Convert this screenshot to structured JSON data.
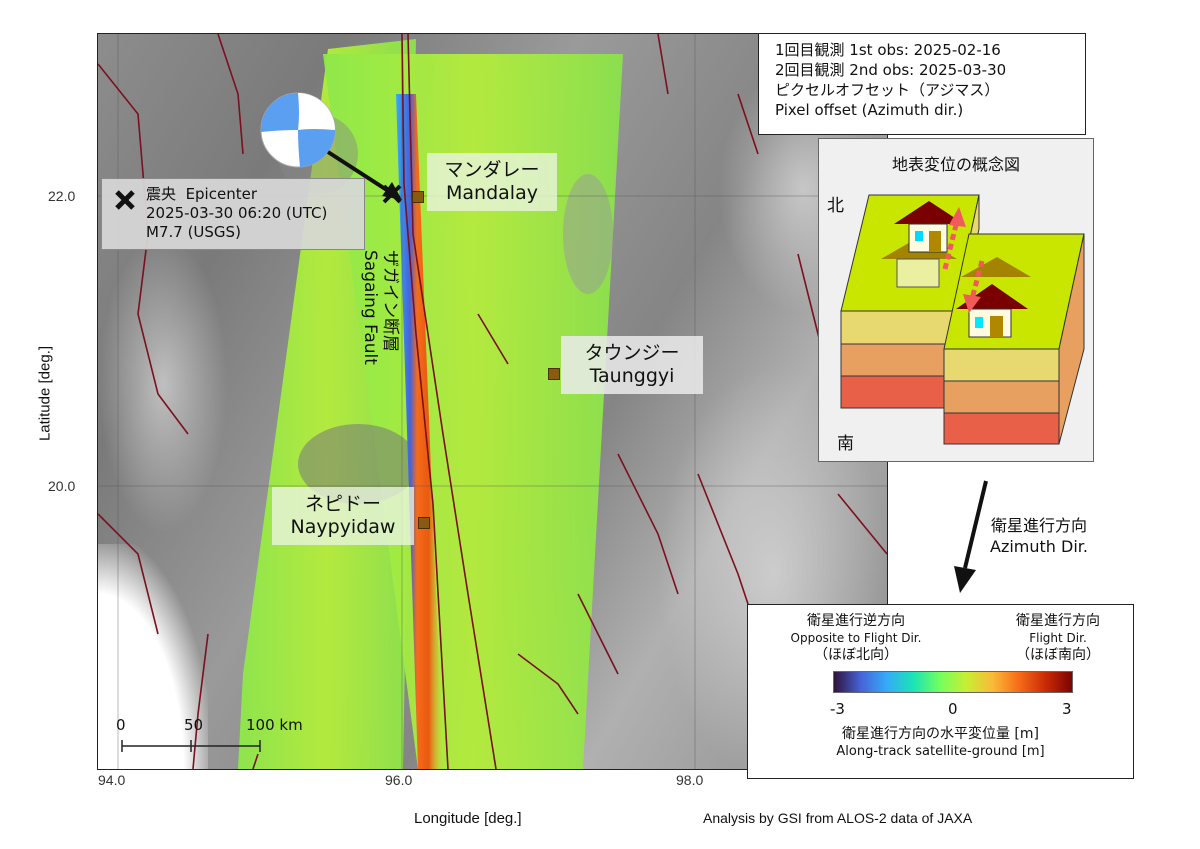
{
  "map": {
    "x_axis": {
      "title": "Longitude [deg.]",
      "ticks": [
        "94.0",
        "96.0",
        "98.0"
      ]
    },
    "y_axis": {
      "title": "Latitude [deg.]",
      "ticks": [
        "22.0",
        "20.0"
      ]
    },
    "credit": "Analysis by GSI from ALOS-2 data of JAXA",
    "colors": {
      "fault_lines": "#7a1020",
      "city_marker": "#8a5a10",
      "basemap_gray": "#8a8a8a"
    }
  },
  "obs_info": {
    "line1": "1回目観測 1st obs: 2025-02-16",
    "line2": "2回目観測 2nd obs: 2025-03-30",
    "line3": "ピクセルオフセット（アジマス）",
    "line4": "Pixel offset (Azimuth dir.)"
  },
  "epicenter": {
    "icon": "x-mark-icon",
    "title_jp": "震央",
    "title_en": "Epicenter",
    "datetime": "2025-03-30 06:20 (UTC)",
    "magnitude": "M7.7 (USGS)"
  },
  "cities": [
    {
      "jp": "マンダレー",
      "en": "Mandalay"
    },
    {
      "jp": "タウンジー",
      "en": "Taunggyi"
    },
    {
      "jp": "ネピドー",
      "en": "Naypyidaw"
    }
  ],
  "fault_label": {
    "jp": "ザガイン断層",
    "en": "Sagaing Fault"
  },
  "scale_bar": {
    "ticks": [
      "0",
      "50",
      "100 km"
    ]
  },
  "concept": {
    "title": "地表変位の概念図",
    "north": "北",
    "south": "南",
    "colors": {
      "top": "#c8e600",
      "layer1": "#e8d870",
      "layer2": "#e8a060",
      "layer3": "#e86048",
      "roof": "#7a0000",
      "arrow": "#f05a5a"
    }
  },
  "azimuth_arrow": {
    "jp": "衛星進行方向",
    "en": "Azimuth Dir."
  },
  "legend": {
    "left_jp": "衛星進行逆方向",
    "left_en": "Opposite to Flight Dir.",
    "left_note": "（ほぼ北向）",
    "right_jp": "衛星進行方向",
    "right_en": "Flight Dir.",
    "right_note": "（ほぼ南向）",
    "min": "-3",
    "mid": "0",
    "max": "3",
    "caption_jp": "衛星進行方向の水平変位量 [m]",
    "caption_en": "Along-track satellite-ground [m]",
    "colormap": [
      "#30123b",
      "#4662d7",
      "#36aaf9",
      "#1ae4b6",
      "#72fe5e",
      "#c8ef34",
      "#faba39",
      "#f66b19",
      "#ca2a04",
      "#7a0403"
    ]
  }
}
